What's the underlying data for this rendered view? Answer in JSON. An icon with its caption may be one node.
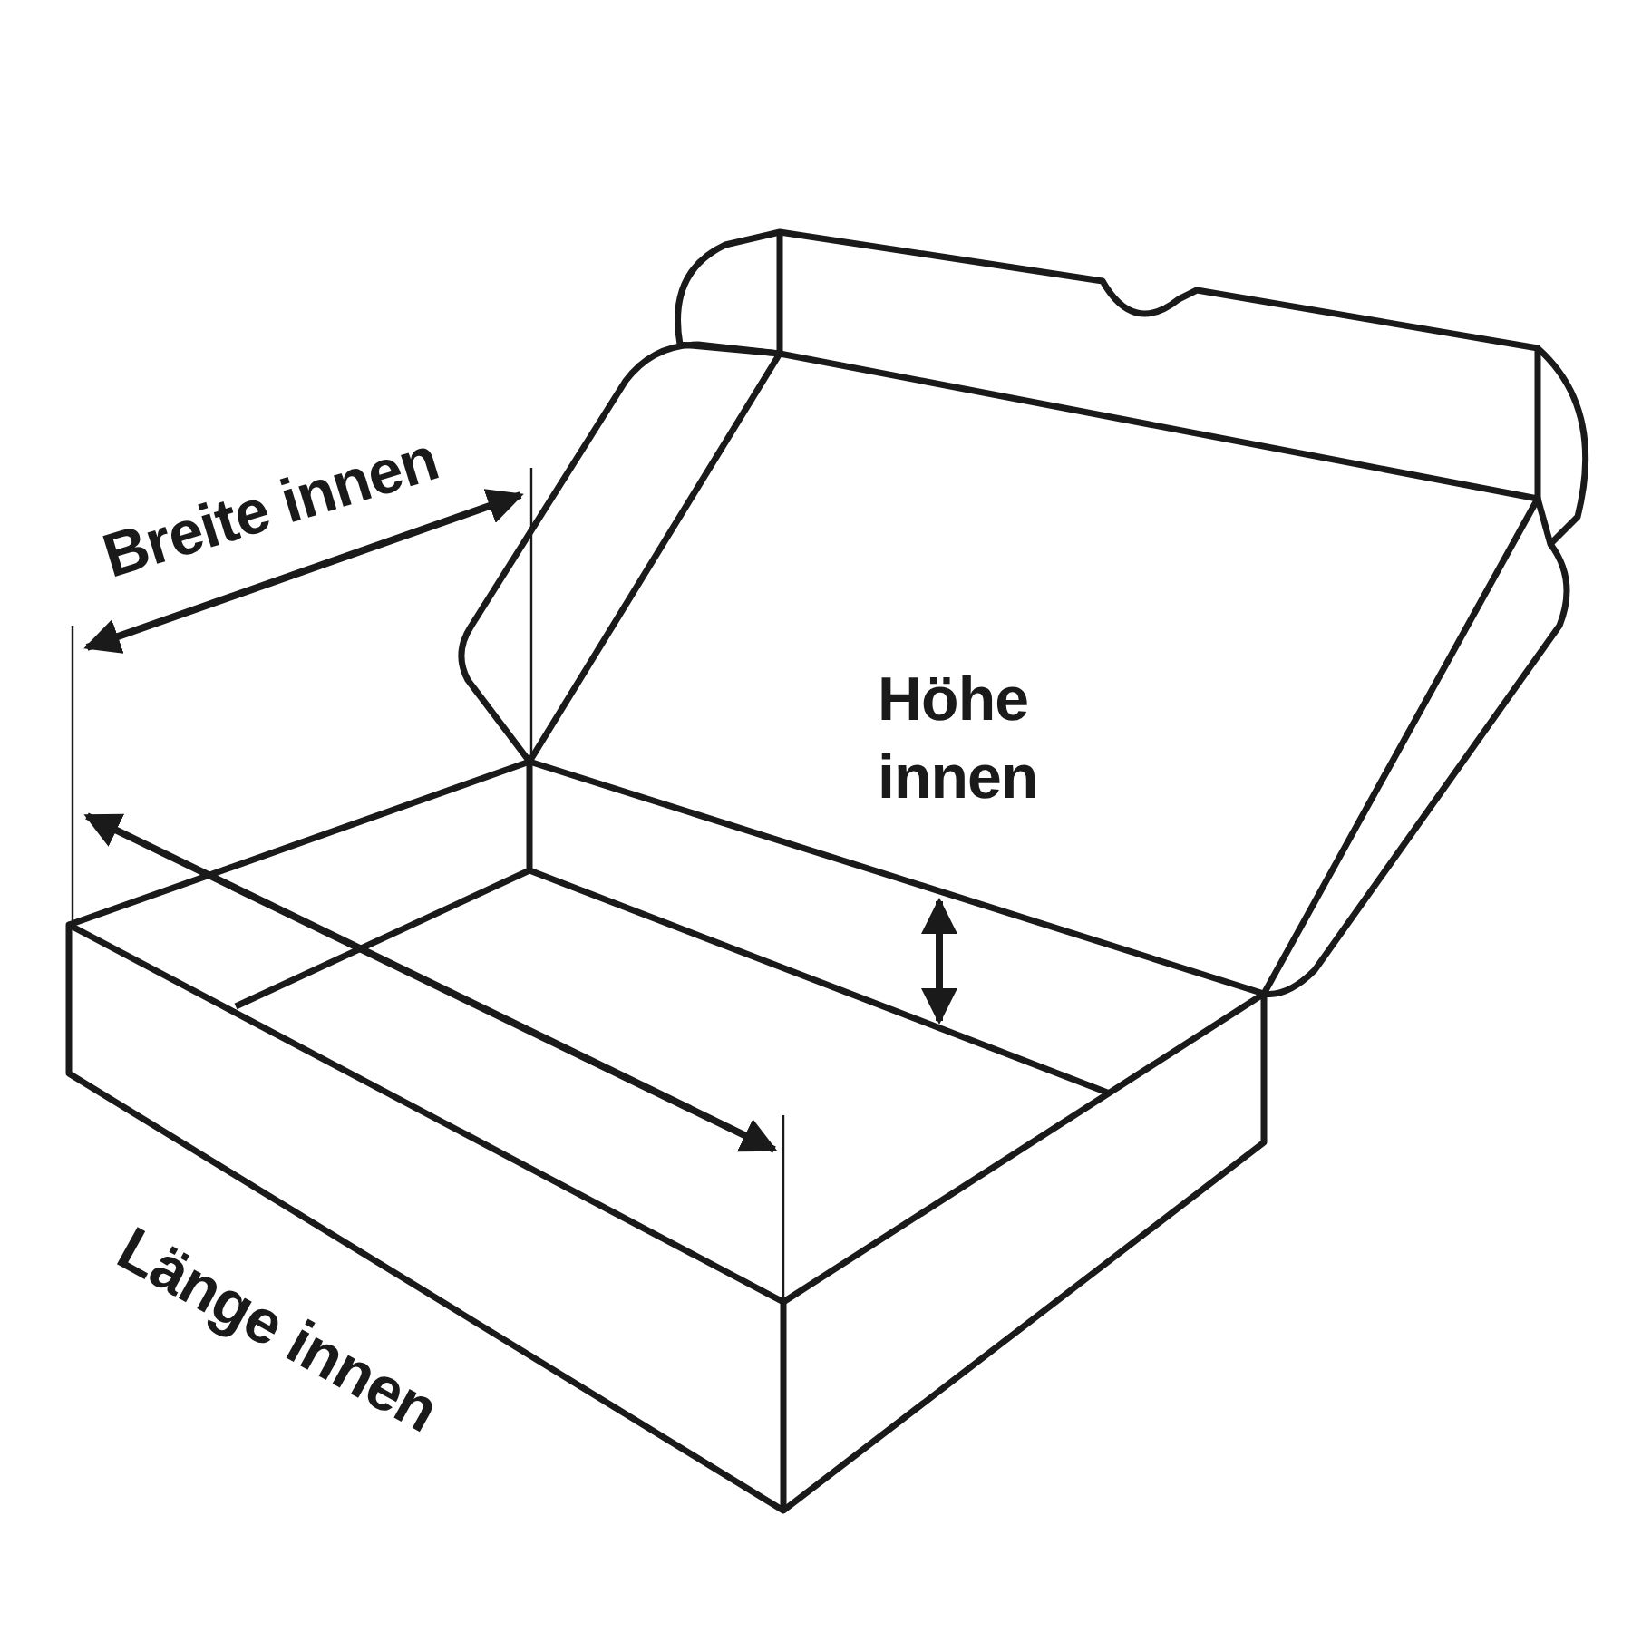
{
  "diagram": {
    "labels": [
      "Breite innen",
      "Höhe innen",
      "Länge innen"
    ]
  }
}
